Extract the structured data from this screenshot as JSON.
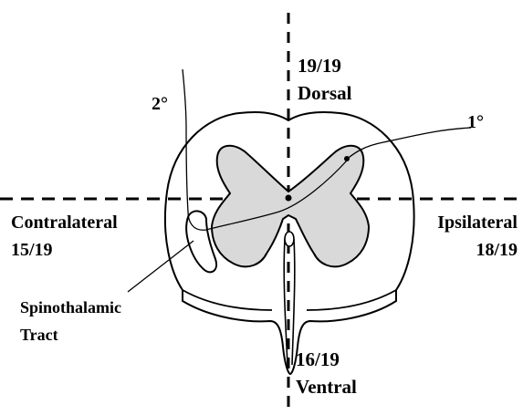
{
  "diagram": {
    "colors": {
      "line": "#000000",
      "gray_matter_fill": "#d9d9d9",
      "background": "#ffffff"
    },
    "labels": {
      "dorsal_count": "19/19",
      "dorsal": "Dorsal",
      "ventral_count": "16/19",
      "ventral": "Ventral",
      "contralateral": "Contralateral",
      "contralateral_count": "15/19",
      "ipsilateral": "Ipsilateral",
      "ipsilateral_count": "18/19",
      "tract_line1": "Spinothalamic",
      "tract_line2": "Tract",
      "primary": "1°",
      "secondary": "2°"
    }
  }
}
